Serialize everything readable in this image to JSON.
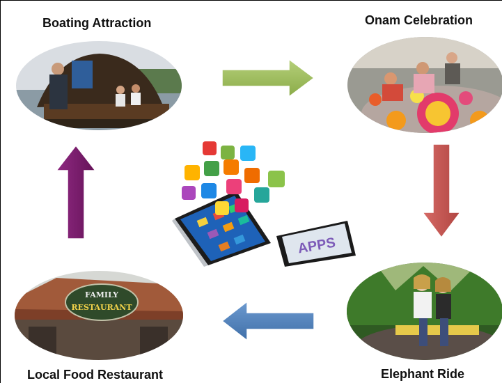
{
  "diagram": {
    "nodes": [
      {
        "id": "boating",
        "label": "Boating Attraction"
      },
      {
        "id": "onam",
        "label": "Onam Celebration"
      },
      {
        "id": "elephant",
        "label": "Elephant Ride"
      },
      {
        "id": "restaurant",
        "label": "Local Food Restaurant"
      }
    ],
    "center": {
      "tablet_text": "APPS"
    },
    "restaurant_sign": {
      "line1": "FAMILY",
      "line2": "RESTAURANT"
    },
    "edges": [
      {
        "from": "boating",
        "to": "onam",
        "color": "#9bbb59"
      },
      {
        "from": "onam",
        "to": "elephant",
        "color": "#c0504d"
      },
      {
        "from": "elephant",
        "to": "restaurant",
        "color": "#4f81bd"
      },
      {
        "from": "restaurant",
        "to": "boating",
        "color": "#7b1a6e"
      }
    ]
  },
  "colors": {
    "green_arrow": "#9bbb59",
    "red_arrow": "#c0504d",
    "blue_arrow": "#4f81bd",
    "purple_arrow": "#7b1a6e"
  }
}
